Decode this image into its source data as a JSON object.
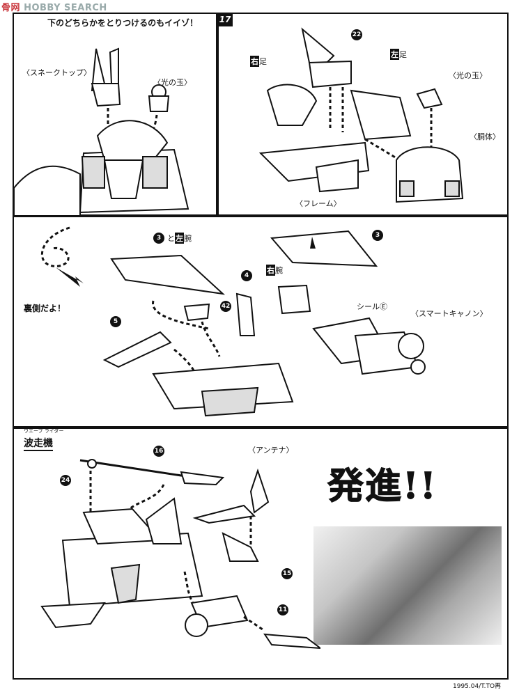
{
  "watermark": {
    "left": "HOBBY SEARCH"
  },
  "step16": {
    "instruction": "下のどちらかをとりつけるのもイイゾ！",
    "label_snake_top": "〈スネークトップ〉",
    "label_light_ball": "〈光の玉〉"
  },
  "step17": {
    "number": "17",
    "right_leg_kanji": "右",
    "right_leg_suffix": "足",
    "left_leg_kanji": "左",
    "left_leg_suffix": "足",
    "label_light_ball": "〈光の玉〉",
    "label_body": "〈胴体〉",
    "label_frame": "〈フレーム〉",
    "part_22": "22"
  },
  "step18": {
    "part_3a": "3",
    "left_arm_and": "と",
    "left_arm_kanji": "左",
    "left_arm_suffix": "腕",
    "part_3b": "3",
    "part_4": "4",
    "right_arm_kanji": "右",
    "right_arm_suffix": "腕",
    "backside": "裏側だよ！",
    "part_42": "42",
    "seal": "シールⒺ",
    "smart_cannon": "〈スマートキャノン〉",
    "part_5": "5"
  },
  "step19": {
    "ruby": "ウエーブ ライダー",
    "title": "波走機",
    "antenna": "〈アンテナ〉",
    "part_16": "16",
    "part_24": "24",
    "part_15": "15",
    "part_11": "11",
    "hasshin": "発進!!"
  },
  "footer": "1995.04/T.TO再"
}
